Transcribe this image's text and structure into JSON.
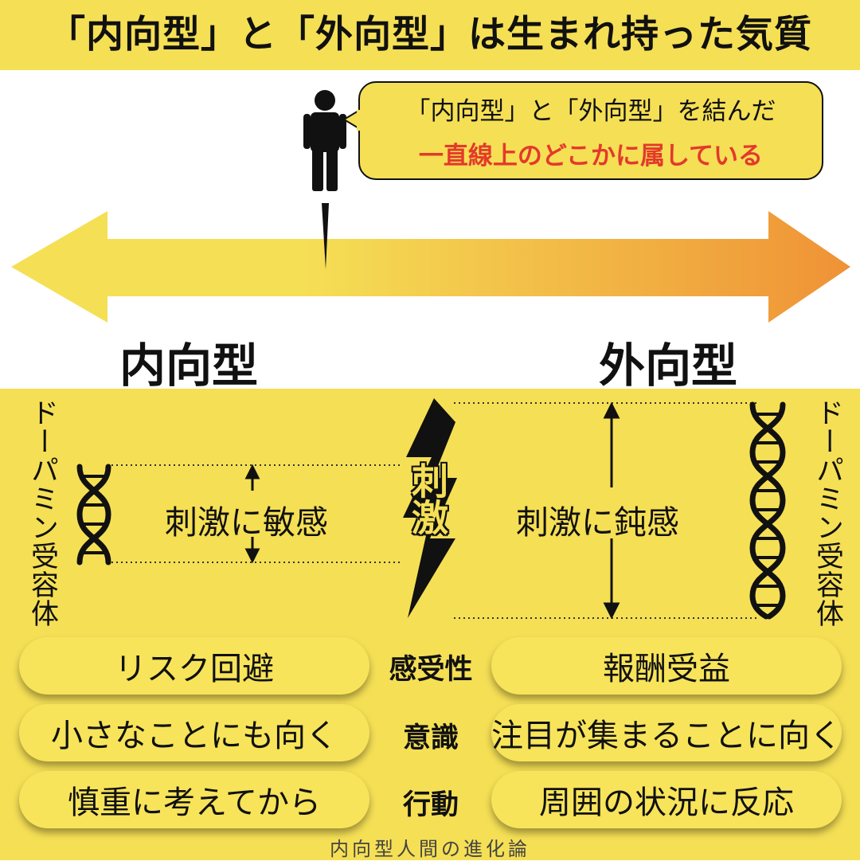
{
  "title": "「内向型」と「外向型」は生まれ持った気質",
  "callout": {
    "line1": "「内向型」と「外向型」を結んだ",
    "line2": "一直線上のどこかに属している"
  },
  "spectrum": {
    "left_label": "内向型",
    "right_label": "外向型",
    "gradient_start": "#f5df55",
    "gradient_end": "#ef9236",
    "marker_position_fraction": 0.38
  },
  "receptor": {
    "left_label": "ドーパミン受容体",
    "right_label": "ドーパミン受容体",
    "left_caption": "刺激に敏感",
    "right_caption": "刺激に鈍感",
    "stimulus_label": "刺激",
    "left_icon": "dna-short-icon",
    "right_icon": "dna-long-icon",
    "stimulus_icon": "lightning-icon"
  },
  "rows": [
    {
      "left": "リスク回避",
      "center": "感受性",
      "right": "報酬受益"
    },
    {
      "left": "小さなことにも向く",
      "center": "意識",
      "right": "注目が集まることに向く"
    },
    {
      "left": "慎重に考えてから",
      "center": "行動",
      "right": "周囲の状況に反応"
    }
  ],
  "footer": "内向型人間の進化論",
  "colors": {
    "yellow": "#f5df55",
    "red_text": "#e33a2b",
    "black": "#111111"
  }
}
